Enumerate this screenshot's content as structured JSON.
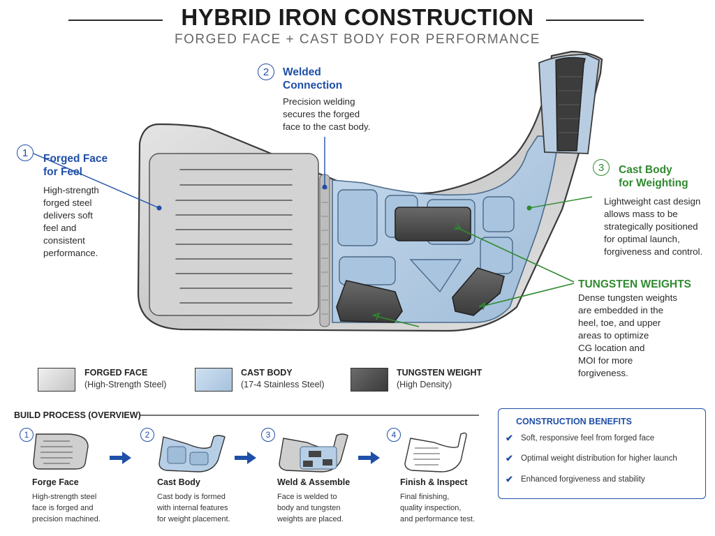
{
  "header": {
    "title": "HYBRID IRON CONSTRUCTION",
    "subtitle": "FORGED FACE + CAST BODY FOR PERFORMANCE"
  },
  "callouts": {
    "forged_face": {
      "number": "1",
      "title_line1": "Forged Face",
      "title_line2": "for Feel",
      "body": [
        "High-strength",
        "forged steel",
        "delivers soft",
        "feel and",
        "consistent",
        "performance."
      ]
    },
    "welded": {
      "number": "2",
      "title_line1": "Welded",
      "title_line2": "Connection",
      "body": [
        "Precision welding",
        "secures the forged",
        "face to the cast body."
      ]
    },
    "cast_body": {
      "number": "3",
      "title_line1": "Cast Body",
      "title_line2": "for Weighting",
      "body": [
        "Lightweight cast design",
        "allows mass to be",
        "strategically positioned",
        "for optimal launch,",
        "forgiveness and control."
      ]
    },
    "tungsten": {
      "title": "TUNGSTEN WEIGHTS",
      "body": [
        "Dense tungsten weights",
        "are embedded in the",
        "heel, toe, and upper",
        "areas to optimize",
        "CG location and",
        "MOI for more",
        "forgiveness."
      ]
    }
  },
  "legend": [
    {
      "title": "FORGED FACE",
      "sub": "(High-Strength Steel)",
      "color": "#d6d6d6"
    },
    {
      "title": "CAST BODY",
      "sub": "(17-4 Stainless Steel)",
      "color": "#b7cfe6"
    },
    {
      "title": "TUNGSTEN WEIGHT",
      "sub": "(High Density)",
      "color": "#555555"
    }
  ],
  "process": {
    "heading": "BUILD PROCESS (OVERVIEW)",
    "steps": [
      {
        "number": "1",
        "title": "Forge Face",
        "body": [
          "High-strength steel",
          "face is forged and",
          "precision machined."
        ]
      },
      {
        "number": "2",
        "title": "Cast Body",
        "body": [
          "Cast body is formed",
          "with internal features",
          "for weight placement."
        ]
      },
      {
        "number": "3",
        "title": "Weld & Assemble",
        "body": [
          "Face is welded to",
          "body and tungsten",
          "weights are placed."
        ]
      },
      {
        "number": "4",
        "title": "Finish & Inspect",
        "body": [
          "Final finishing,",
          "quality inspection,",
          "and performance test."
        ]
      }
    ]
  },
  "benefits": {
    "heading": "CONSTRUCTION BENEFITS",
    "items": [
      "Soft, responsive feel from forged face",
      "Optimal weight distribution for higher launch",
      "Enhanced forgiveness and stability"
    ]
  },
  "colors": {
    "accent_blue": "#1f4fa8",
    "accent_green": "#2f8a2f",
    "steel": "#d6d6d6",
    "cast": "#b7cfe6",
    "tungsten": "#555555"
  }
}
